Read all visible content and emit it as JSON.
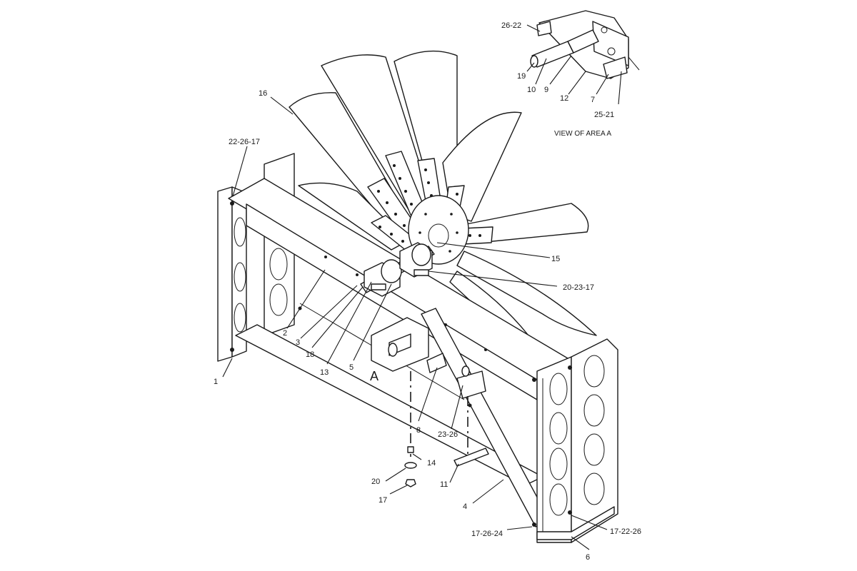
{
  "inset_caption": "VIEW OF AREA A",
  "area_letter": "A",
  "callouts": {
    "c1": "1",
    "c2": "2",
    "c3": "3",
    "c4": "4",
    "c5": "5",
    "c6": "6",
    "c7": "7",
    "c8": "8",
    "c9": "9",
    "c10": "10",
    "c11": "11",
    "c12": "12",
    "c13": "13",
    "c14": "14",
    "c15": "15",
    "c16": "16",
    "c17": "17",
    "c18": "18",
    "c19": "19",
    "c20": "20",
    "c2217": "22-26-17",
    "c2026": "26-22",
    "c2521": "25-21",
    "c202317": "20-23-17",
    "c2326": "23-26",
    "c172624": "17-26-24",
    "c172226": "17-22-26"
  }
}
